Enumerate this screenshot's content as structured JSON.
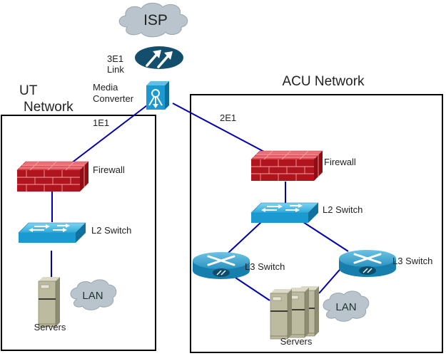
{
  "diagram": {
    "isp": {
      "label": "ISP"
    },
    "link": {
      "label_line1": "3E1",
      "label_line2": "Link"
    },
    "media_converter": {
      "label_line1": "Media",
      "label_line2": "Converter"
    },
    "connections": {
      "ut_link": "1E1",
      "acu_link": "2E1"
    },
    "ut_network": {
      "title_line1": "UT",
      "title_line2": "Network",
      "firewall": "Firewall",
      "l2_switch": "L2 Switch",
      "servers": "Servers",
      "lan": "LAN"
    },
    "acu_network": {
      "title": "ACU Network",
      "firewall": "Firewall",
      "l2_switch": "L2 Switch",
      "l3_switch_left": "L3 Switch",
      "l3_switch_right": "L3 Switch",
      "servers": "Servers",
      "lan": "LAN"
    },
    "colors": {
      "link_line": "#0000b0",
      "cloud": "#b9c4cc",
      "firewall": "#b0141c",
      "switch": "#1a9ad0",
      "device_dark": "#134f6c",
      "server": "#bdbb9f"
    }
  }
}
